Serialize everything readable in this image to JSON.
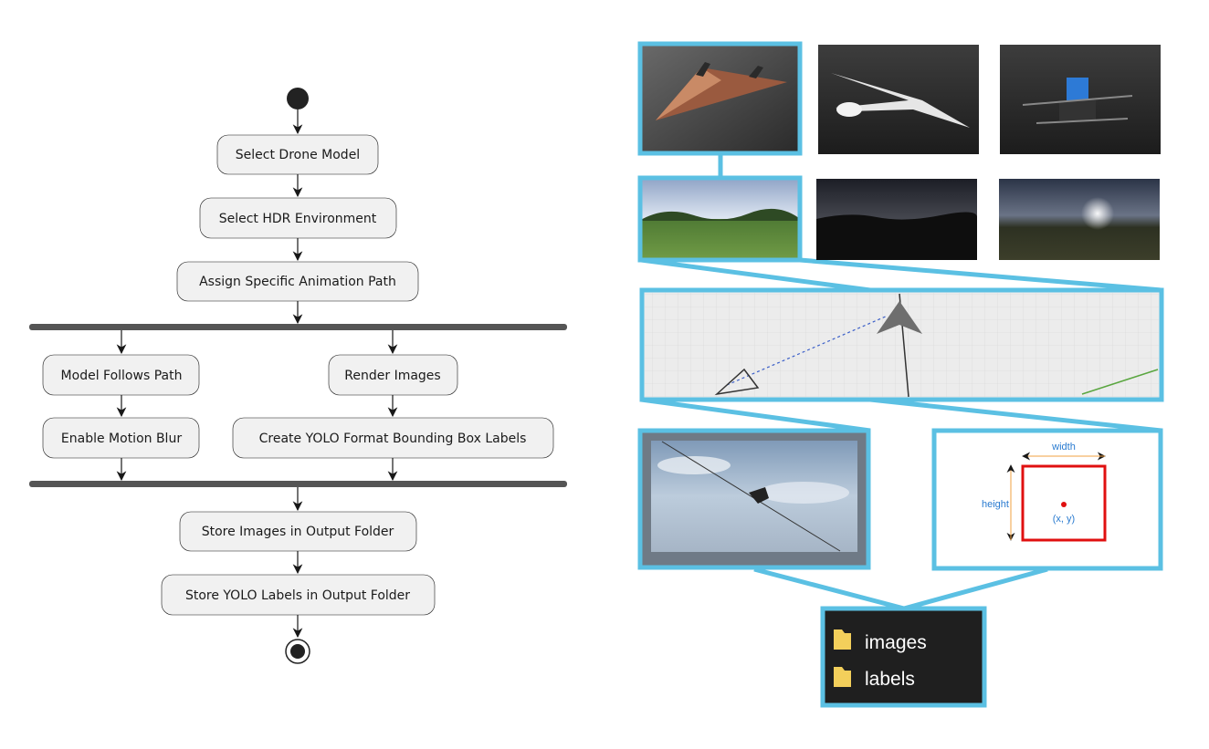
{
  "flow": {
    "activities": [
      "Select Drone Model",
      "Select HDR Environment",
      "Assign Specific Animation Path",
      "Model Follows Path",
      "Enable Motion Blur",
      "Render Images",
      "Create YOLO Format Bounding Box Labels",
      "Store Images in Output Folder",
      "Store YOLO Labels in Output Folder"
    ]
  },
  "bbox": {
    "width_label": "width",
    "height_label": "height",
    "center_label": "(x, y)"
  },
  "folders": [
    "images",
    "labels"
  ],
  "colors": {
    "frame": "#5bc0e3",
    "activity_fill": "#f1f1f1",
    "fork_bar": "#555555",
    "bbox_red": "#e01010",
    "bbox_text": "#2a7bd0",
    "explorer_bg": "#1f1f1f",
    "folder_yellow": "#f3cf5b"
  },
  "icons": [
    "start-node-icon",
    "end-node-icon",
    "folder-icon"
  ]
}
